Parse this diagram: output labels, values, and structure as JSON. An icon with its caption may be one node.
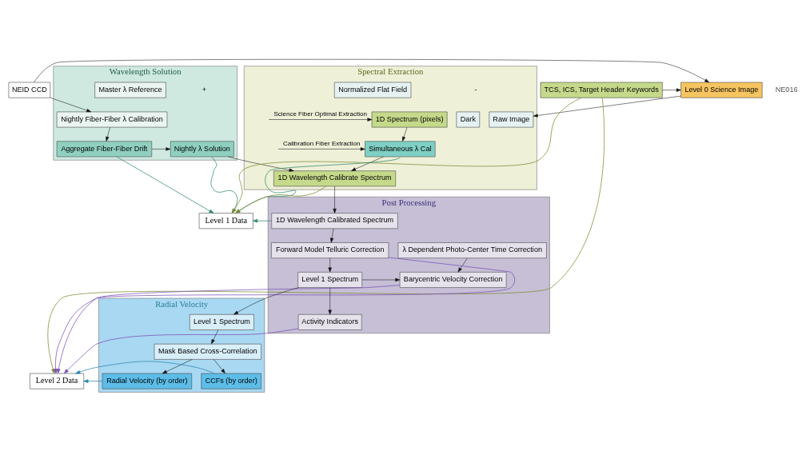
{
  "diagram": {
    "nodes": [
      {
        "text": [
          "Wavelength Solution"
        ]
      },
      {
        "text": [
          "Master λ Reference"
        ],
        "in": 0
      },
      {
        "text": [
          "Nightly Fiber-Fiber λ Calibration"
        ],
        "in": 0
      },
      {
        "text": [
          "Aggregate Fiber-Fiber Drift"
        ],
        "in": 0
      },
      {
        "text": [
          "Nightly λ Solution"
        ],
        "in": 0
      },
      {
        "text": [
          "NEID CCD"
        ]
      },
      {
        "text": [
          "Level 0 Science Image"
        ]
      },
      {
        "text": [
          "TCS, ICS, Target Header Keywords"
        ]
      },
      {
        "text": [
          "Spectral Extraction"
        ]
      },
      {
        "text": [
          "Raw Image"
        ],
        "in": 8
      },
      {
        "text": [
          "Dark"
        ],
        "in": 8
      },
      {
        "text": [
          "Normalized Flat Field"
        ],
        "in": 8
      },
      {
        "text": [
          "1D Spectrum (pixels)"
        ],
        "in": 8
      },
      {
        "text": [
          "Simultaneous λ Cal"
        ],
        "in": 8
      },
      {
        "text": [
          "1D Wavelength Calibrate Spectrum"
        ],
        "in": 8
      },
      {
        "text": [
          "Post Processing"
        ]
      },
      {
        "text": [
          "1D Wavelength Calibrated Spectrum"
        ],
        "in": 15
      },
      {
        "text": [
          "λ Dependent Photo-Center Time Correction"
        ],
        "in": 15
      },
      {
        "text": [
          "Forward Model Telluric Correction"
        ],
        "in": 15
      },
      {
        "text": [
          "Barycentric Velocity Correction"
        ],
        "in": 15
      },
      {
        "text": [
          "Level 1 Spectrum"
        ],
        "in": 15
      },
      {
        "text": [
          "Activity Indicators"
        ],
        "in": 15
      },
      {
        "text": [
          "Radial Velocity"
        ]
      },
      {
        "text": [
          "Level 1 Spectrum"
        ],
        "in": 22
      },
      {
        "text": [
          "Mask Based Cross-Correlation"
        ],
        "in": 22
      },
      {
        "text": [
          "Radial Velocity (by order)"
        ],
        "in": 22
      },
      {
        "text": [
          "CCFs (by order)"
        ],
        "in": 22
      },
      {
        "text": [
          "Level 1 Data"
        ]
      },
      {
        "text": [
          "Level 2 Data"
        ]
      }
    ],
    "edges": [
      {
        "from": 5,
        "to": 6,
        "arrow": "to"
      },
      {
        "from": 7,
        "to": 6,
        "arrow": "to"
      },
      {
        "from": 5,
        "to": 2,
        "arrow": "to"
      },
      {
        "from": 6,
        "to": 9,
        "arrow": "to"
      },
      {
        "from": 2,
        "to": 3,
        "arrow": "to"
      },
      {
        "from": 3,
        "to": 4,
        "arrow": "to"
      },
      {
        "from": 4,
        "to": 14,
        "arrow": "to"
      },
      {
        "from": null,
        "to": 12,
        "arrow": "to",
        "label": "Science Fiber Optimal Extraction"
      },
      {
        "from": null,
        "to": 13,
        "arrow": "to",
        "label": "Calibration Fiber Extraction"
      },
      {
        "from": 12,
        "to": 13,
        "arrow": "to"
      },
      {
        "from": 13,
        "to": 14,
        "arrow": "to"
      },
      {
        "from": 14,
        "to": 16,
        "arrow": "to"
      },
      {
        "from": 3,
        "to": 27,
        "arrow": "to",
        "color": "#2e8a68"
      },
      {
        "from": 4,
        "to": 27,
        "arrow": "to",
        "color": "#2e8a68"
      },
      {
        "from": 16,
        "to": 27,
        "arrow": "to",
        "color": "#2e8a68"
      },
      {
        "from": 14,
        "to": 27,
        "arrow": "to",
        "color": "#7d8a30"
      },
      {
        "from": 13,
        "to": 27,
        "arrow": "to",
        "color": "#2e8a68"
      },
      {
        "from": 7,
        "to": 27,
        "arrow": "to",
        "color": "#7d8a30"
      },
      {
        "from": 7,
        "to": 28,
        "arrow": "to",
        "color": "#7d8a30"
      },
      {
        "from": 16,
        "to": 18,
        "arrow": "to"
      },
      {
        "from": 18,
        "to": 20,
        "arrow": "to"
      },
      {
        "from": 20,
        "to": 19,
        "arrow": "to"
      },
      {
        "from": 17,
        "to": 19,
        "arrow": "to"
      },
      {
        "from": 20,
        "to": 21,
        "arrow": "to"
      },
      {
        "from": 20,
        "to": 23,
        "arrow": "to"
      },
      {
        "from": 23,
        "to": 24,
        "arrow": "to"
      },
      {
        "from": 24,
        "to": 25,
        "arrow": "to"
      },
      {
        "from": 24,
        "to": 26,
        "arrow": "to"
      },
      {
        "from": 26,
        "to": 28,
        "arrow": "to",
        "color": "#2a86b0"
      },
      {
        "from": 25,
        "to": 28,
        "arrow": "to",
        "color": "#2a86b0"
      },
      {
        "from": 18,
        "to": 28,
        "arrow": "to",
        "color": "#7a4fb5"
      },
      {
        "from": 21,
        "to": 28,
        "arrow": "to",
        "color": "#7a4fb5"
      },
      {
        "from": 19,
        "to": 28,
        "arrow": "to",
        "color": "#7a4fb5"
      }
    ],
    "labels": [
      "+",
      "-",
      "NE016"
    ]
  }
}
